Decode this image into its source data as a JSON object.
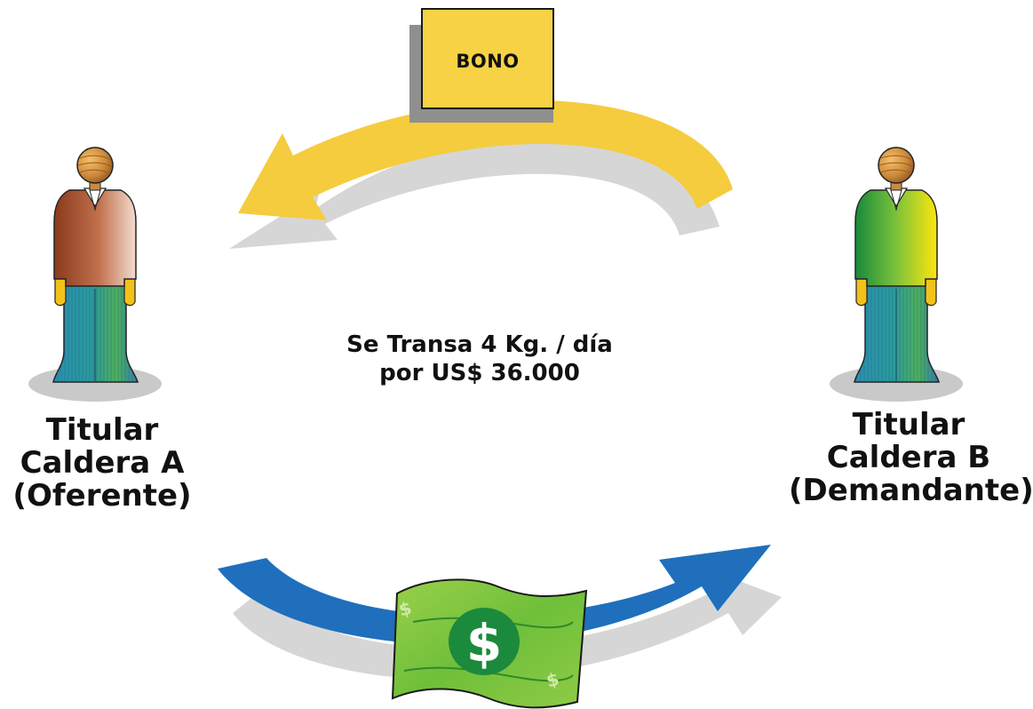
{
  "bond": {
    "label": "BONO"
  },
  "transaction": {
    "line1": "Se Transa 4 Kg. / día",
    "line2": "por US$ 36.000"
  },
  "party_a": {
    "line1": "Titular",
    "line2": "Caldera A",
    "line3": "(Oferente)",
    "shirt_colors": [
      "#8e3f21",
      "#c06a47",
      "#f0d7c8"
    ]
  },
  "party_b": {
    "line1": "Titular",
    "line2": "Caldera B",
    "line3": "(Demandante)",
    "shirt_colors": [
      "#1d8f3c",
      "#7fc23a",
      "#ffe40a"
    ]
  },
  "money": {
    "symbol": "$",
    "corner_symbol": "$"
  },
  "colors": {
    "bond_arrow": "#f6cd3f",
    "money_arrow": "#1f6fbd",
    "shadow": "#d6d6d6",
    "bond_box": "#f8d244",
    "bill": "#7ec23a",
    "bill_dark": "#1b8c3c"
  },
  "icons": {
    "person_a": "person-icon",
    "person_b": "person-icon",
    "bond": "document-icon",
    "money": "dollar-bill-icon"
  }
}
